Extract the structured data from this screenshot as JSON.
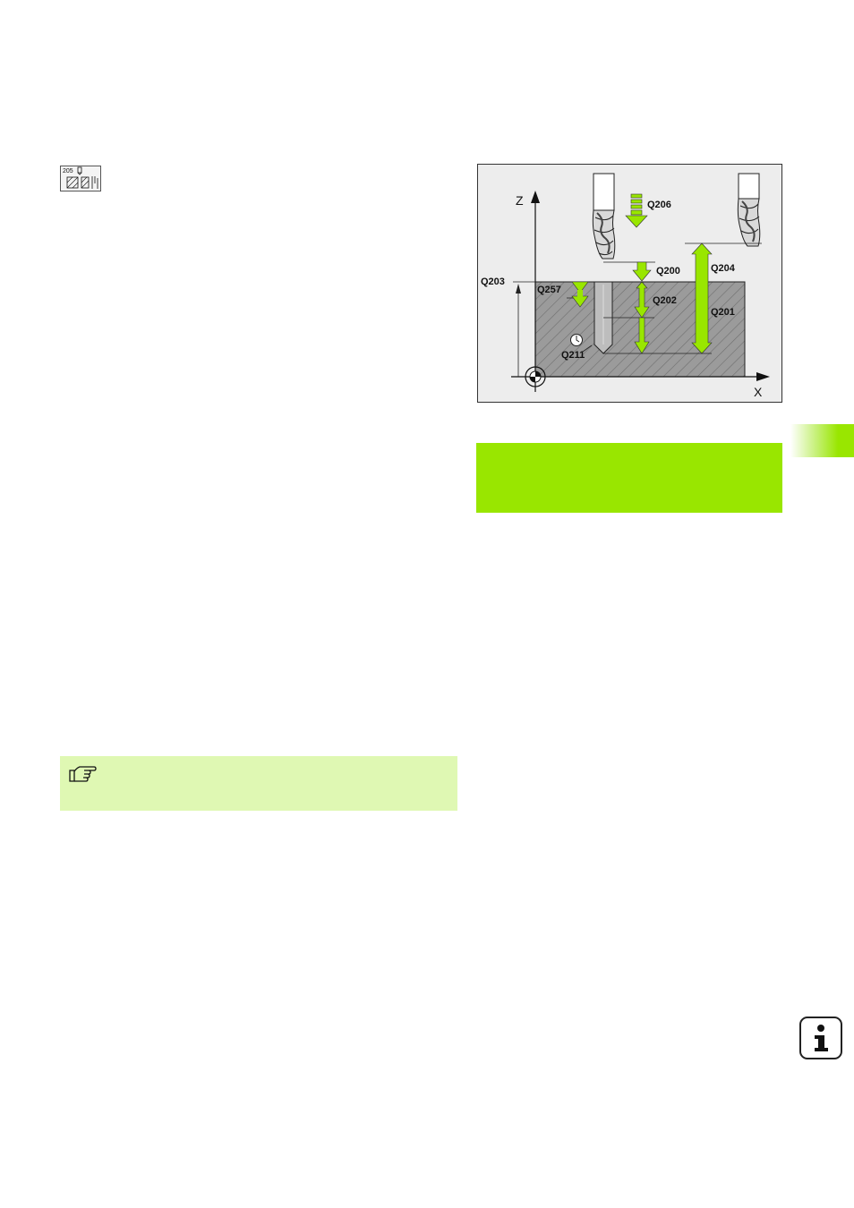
{
  "cycle_icon": {
    "number": "205",
    "name": "drill-cycle-icon"
  },
  "diagram": {
    "axes": {
      "z": "Z",
      "x": "X"
    },
    "labels": {
      "q206": "Q206",
      "q200": "Q200",
      "q204": "Q204",
      "q203": "Q203",
      "q257": "Q257",
      "q202": "Q202",
      "q201": "Q201",
      "q211": "Q211"
    }
  },
  "colors": {
    "accent_green": "#99e600",
    "note_green": "#dff8b3",
    "workpiece_gray": "#9b9b9b",
    "diagram_bg": "#ededed"
  },
  "icons": {
    "note": "pointing-hand-icon",
    "info": "info-icon"
  }
}
